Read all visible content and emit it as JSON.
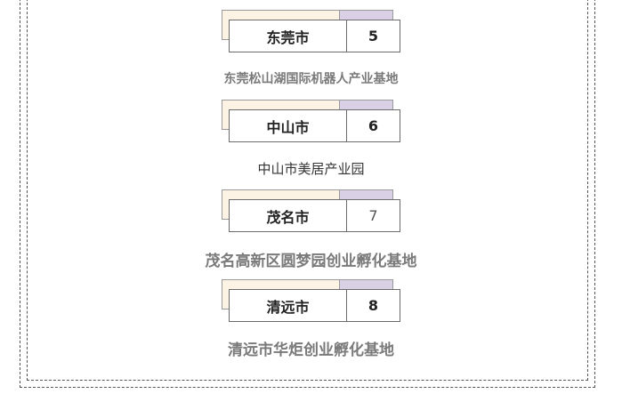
{
  "items": [
    {
      "city": "东莞市",
      "number": "5",
      "caption": "东莞松山湖国际机器人产业基地"
    },
    {
      "city": "中山市",
      "number": "6",
      "caption": "中山市美居产业园"
    },
    {
      "city": "茂名市",
      "number": "7",
      "caption": "茂名高新区圆梦园创业孵化基地"
    },
    {
      "city": "清远市",
      "number": "8",
      "caption": "清远市华炬创业孵化基地"
    }
  ],
  "colors": {
    "tab_left": "#fdf3e4",
    "tab_right": "#d9d0e6",
    "caption_gray": "#7a7a7a",
    "caption_dark": "#333333"
  }
}
